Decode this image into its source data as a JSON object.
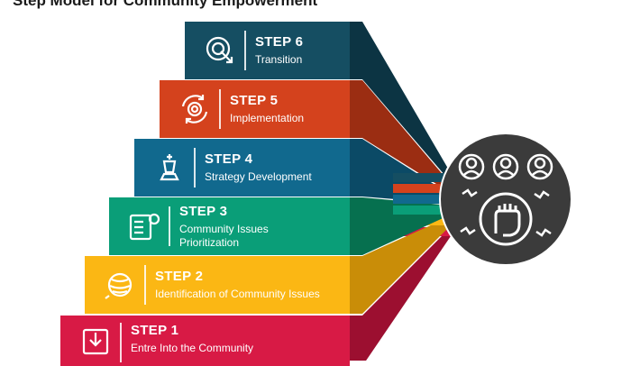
{
  "title": "Step Model for Community Empowerment",
  "steps": [
    {
      "number": "STEP 1",
      "label": "Entre Into the Community",
      "color": "#d81a45",
      "side": "#9c0f30",
      "icon": "download-box-icon"
    },
    {
      "number": "STEP 2",
      "label": "Identification of Community Issues",
      "color": "#fbb714",
      "side": "#c98d08",
      "icon": "yarn-ball-icon"
    },
    {
      "number": "STEP 3",
      "label": "Community Issues Prioritization",
      "color": "#0a9e78",
      "side": "#06704f",
      "icon": "checklist-gear-icon"
    },
    {
      "number": "STEP 4",
      "label": "Strategy Development",
      "color": "#11698e",
      "side": "#0b4a66",
      "icon": "chess-king-icon"
    },
    {
      "number": "STEP 5",
      "label": "Implementation",
      "color": "#d4421d",
      "side": "#9b2d12",
      "icon": "gear-cycle-icon"
    },
    {
      "number": "STEP 6",
      "label": "Transition",
      "color": "#154e62",
      "side": "#0c3443",
      "icon": "cursor-circle-icon"
    }
  ],
  "hub": {
    "icon": "community-fist-icon",
    "color": "#3b3b3b"
  }
}
